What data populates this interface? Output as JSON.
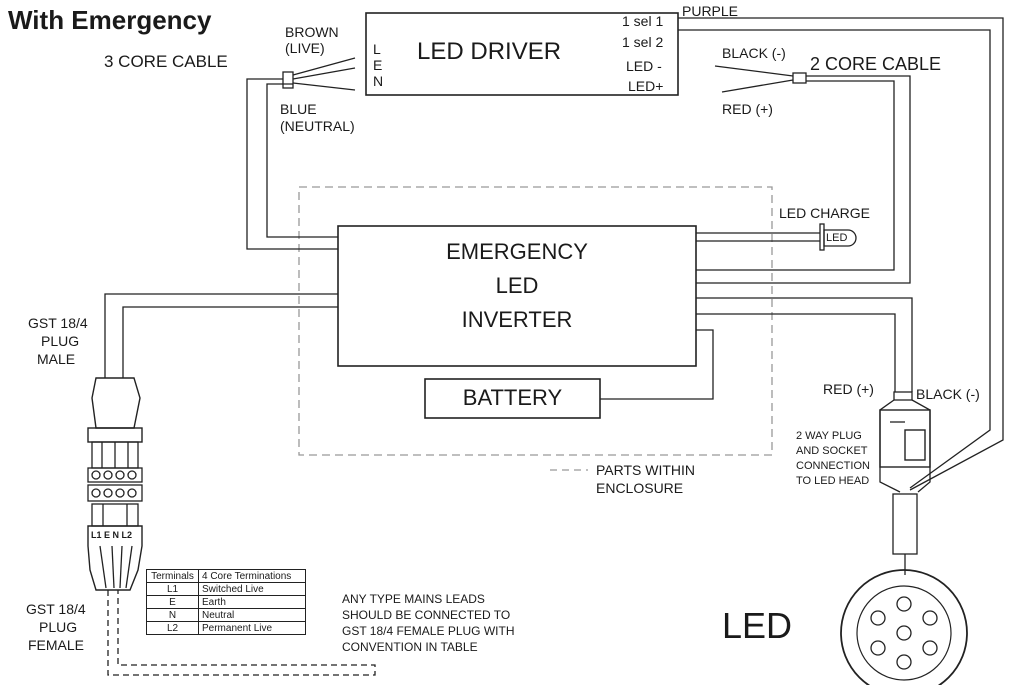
{
  "title": "With Emergency",
  "driver": {
    "name": "LED DRIVER",
    "terminals_left": [
      "L",
      "E",
      "N"
    ],
    "terminals_right": [
      "1 sel 1",
      "1 sel 2",
      "LED -",
      "LED+"
    ]
  },
  "wire_labels": {
    "purple": "PURPLE",
    "brown": "BROWN",
    "brown_sub": "(LIVE)",
    "blue": "BLUE",
    "blue_sub": "(NEUTRAL)",
    "three_core": "3 CORE CABLE",
    "black_neg": "BLACK (-)",
    "red_pos": "RED (+)",
    "two_core": "2 CORE CABLE",
    "led_charge": "LED CHARGE",
    "led_indicator": "LED",
    "red_plus_2": "RED (+)",
    "black_minus_2": "BLACK (-)"
  },
  "inverter": {
    "line1": "EMERGENCY",
    "line2": "LED",
    "line3": "INVERTER"
  },
  "battery": "BATTERY",
  "legend": {
    "line1": "PARTS WITHIN",
    "line2": "ENCLOSURE"
  },
  "plug_socket": [
    "2 WAY PLUG",
    "AND SOCKET",
    "CONNECTION",
    "TO LED HEAD"
  ],
  "gst_male": [
    "GST 18/4",
    "PLUG",
    "MALE"
  ],
  "gst_female": [
    "GST 18/4",
    "PLUG",
    "FEMALE"
  ],
  "plug_pins": "L1 E N L2",
  "table": {
    "headers": [
      "Terminals",
      "4 Core Terminations"
    ],
    "rows": [
      [
        "L1",
        "Switched Live"
      ],
      [
        "E",
        "Earth"
      ],
      [
        "N",
        "Neutral"
      ],
      [
        "L2",
        "Permanent Live"
      ]
    ]
  },
  "note": [
    "ANY TYPE MAINS LEADS",
    "SHOULD BE CONNECTED TO",
    "GST 18/4 FEMALE PLUG WITH",
    "CONVENTION IN TABLE"
  ],
  "led_head_label": "LED"
}
